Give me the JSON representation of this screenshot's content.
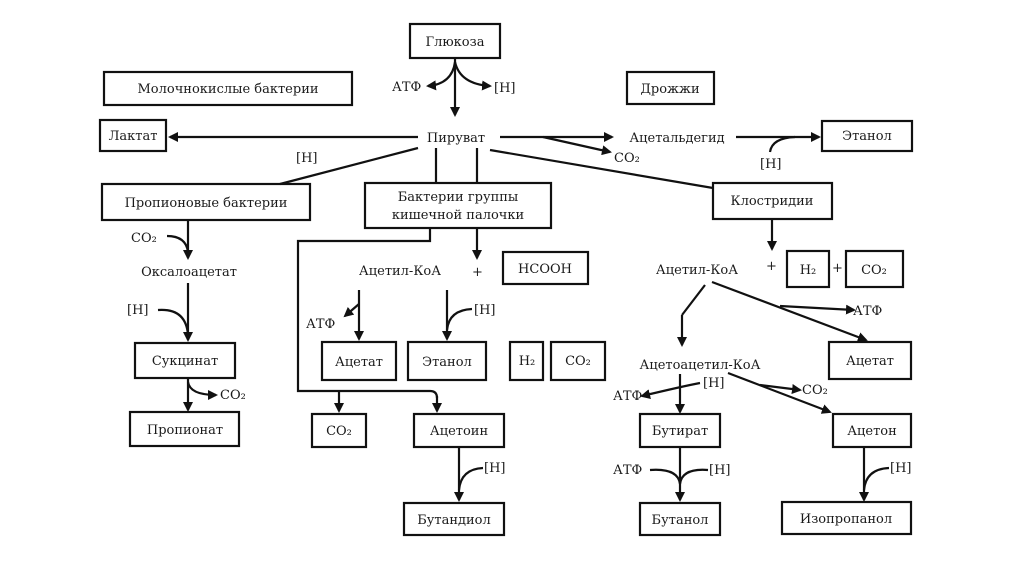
{
  "nodes": {
    "glucose": "Глюкоза",
    "lactic_bacteria": "Молочнокислые бактерии",
    "yeast": "Дрожжи",
    "lactate": "Лактат",
    "pyruvate": "Пируват",
    "acetaldehyde": "Ацетальдегид",
    "ethanol_top": "Этанол",
    "propionic_bacteria": "Пропионовые бактерии",
    "ecoli_line1": "Бактерии группы",
    "ecoli_line2": "кишечной палочки",
    "clostridia": "Клостридии",
    "oxaloacetate": "Оксалоацетат",
    "succinate": "Сукцинат",
    "propionate": "Пропионат",
    "acetyl_coa_mid": "Ацетил-КоА",
    "formic_acid": "HCOOH",
    "acetate_mid": "Ацетат",
    "ethanol_mid": "Этанол",
    "h2_mid": "H₂",
    "co2_mid": "CO₂",
    "co2_box": "CO₂",
    "acetoin": "Ацетоин",
    "butanediol": "Бутандиол",
    "acetyl_coa_right": "Ацетил-КоА",
    "h2_right": "H₂",
    "co2_right": "CO₂",
    "acetate_right": "Ацетат",
    "acetoacetyl_coa": "Ацетоацетил-КоА",
    "butyrate": "Бутират",
    "acetone": "Ацетон",
    "butanol": "Бутанол",
    "isopropanol": "Изопропанол"
  },
  "labels": {
    "atp": "АТФ",
    "h": "[H]",
    "co2": "CO₂",
    "plus": "+"
  }
}
